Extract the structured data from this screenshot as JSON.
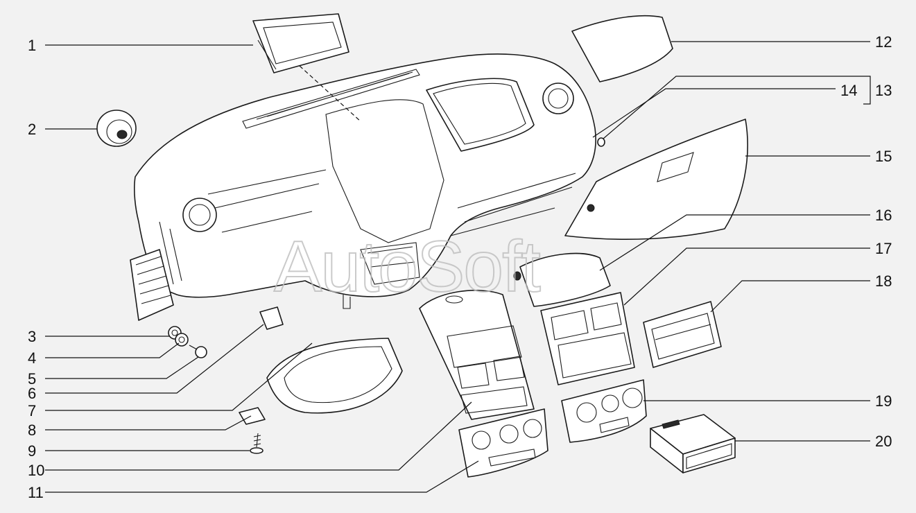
{
  "diagram": {
    "watermark": "AutoSoft",
    "callouts": [
      "1",
      "2",
      "3",
      "4",
      "5",
      "6",
      "7",
      "8",
      "9",
      "10",
      "11",
      "12",
      "13",
      "14",
      "15",
      "16",
      "17",
      "18",
      "19",
      "20"
    ]
  }
}
